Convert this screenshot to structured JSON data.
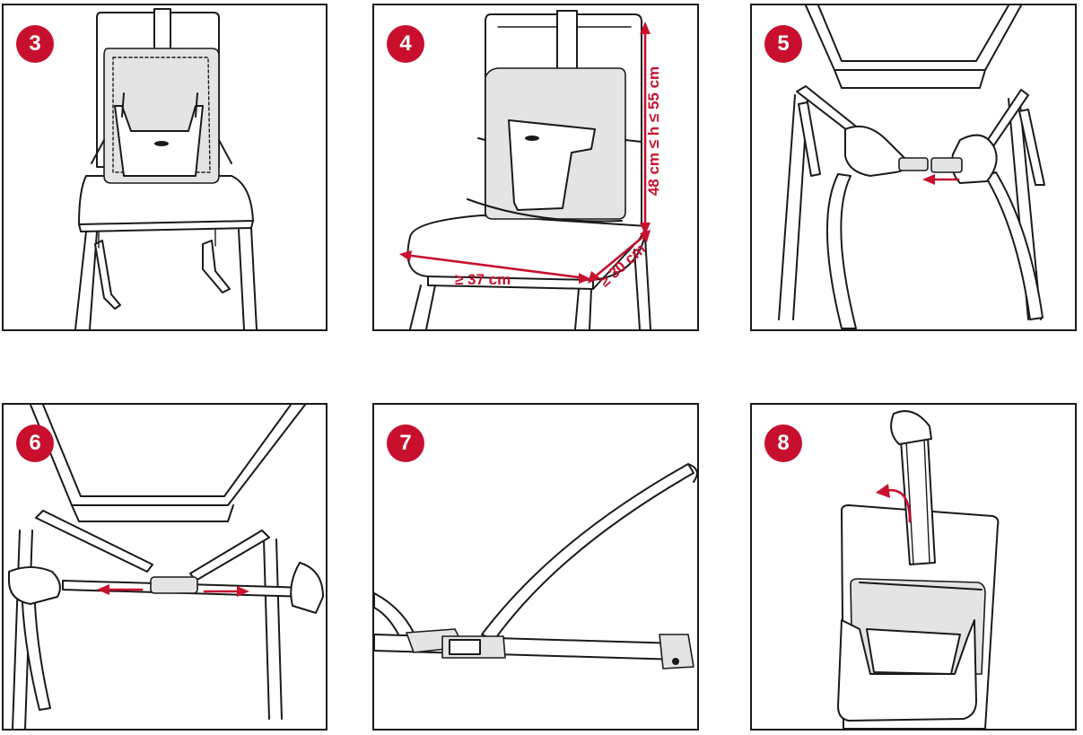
{
  "colors": {
    "accent": "#c8102e",
    "line": "#1a1a1a",
    "background": "#ffffff"
  },
  "panels": [
    {
      "step": "3"
    },
    {
      "step": "4",
      "dimensions": {
        "height": "48 cm ≤ h ≤ 55 cm",
        "width": "≥ 37 cm",
        "depth": "≥ 30 cm"
      }
    },
    {
      "step": "5"
    },
    {
      "step": "6"
    },
    {
      "step": "7"
    },
    {
      "step": "8"
    }
  ]
}
